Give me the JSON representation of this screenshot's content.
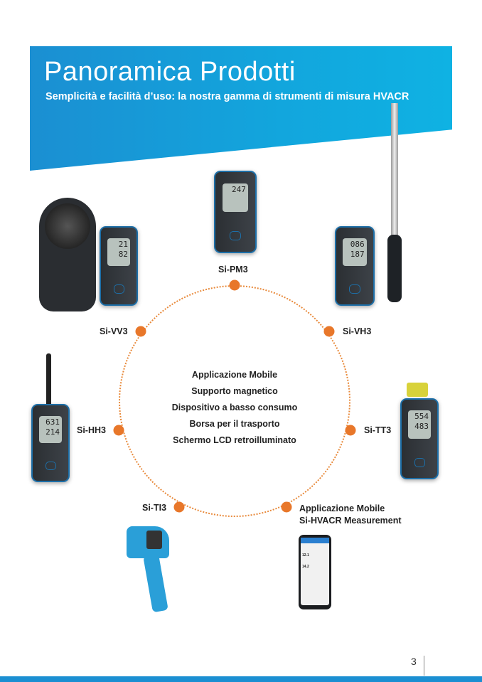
{
  "header": {
    "title": "Panoramica Prodotti",
    "subtitle": "Semplicità e facilità d’uso: la nostra gamma di strumenti di misura HVACR"
  },
  "products": [
    {
      "name": "Si-PM3",
      "screen": [
        "247"
      ]
    },
    {
      "name": "Si-VV3",
      "screen": [
        "21",
        "82"
      ]
    },
    {
      "name": "Si-VH3",
      "screen": [
        "086",
        "187"
      ]
    },
    {
      "name": "Si-HH3",
      "screen": [
        "631",
        "214"
      ]
    },
    {
      "name": "Si-TT3",
      "screen": [
        "554",
        "483"
      ]
    },
    {
      "name": "Si-TI3"
    }
  ],
  "app": {
    "line1": "Applicazione Mobile",
    "line2": "Si-HVACR Measurement",
    "values": [
      "12.1",
      "14.2"
    ]
  },
  "features": [
    "Applicazione Mobile",
    "Supporto magnetico",
    "Dispositivo a basso consumo",
    "Borsa per il trasporto",
    "Schermo LCD retroilluminato"
  ],
  "footer": {
    "page_number": "3"
  },
  "colors": {
    "brand_blue": "#1b8fd2",
    "accent_orange": "#e8772a"
  }
}
